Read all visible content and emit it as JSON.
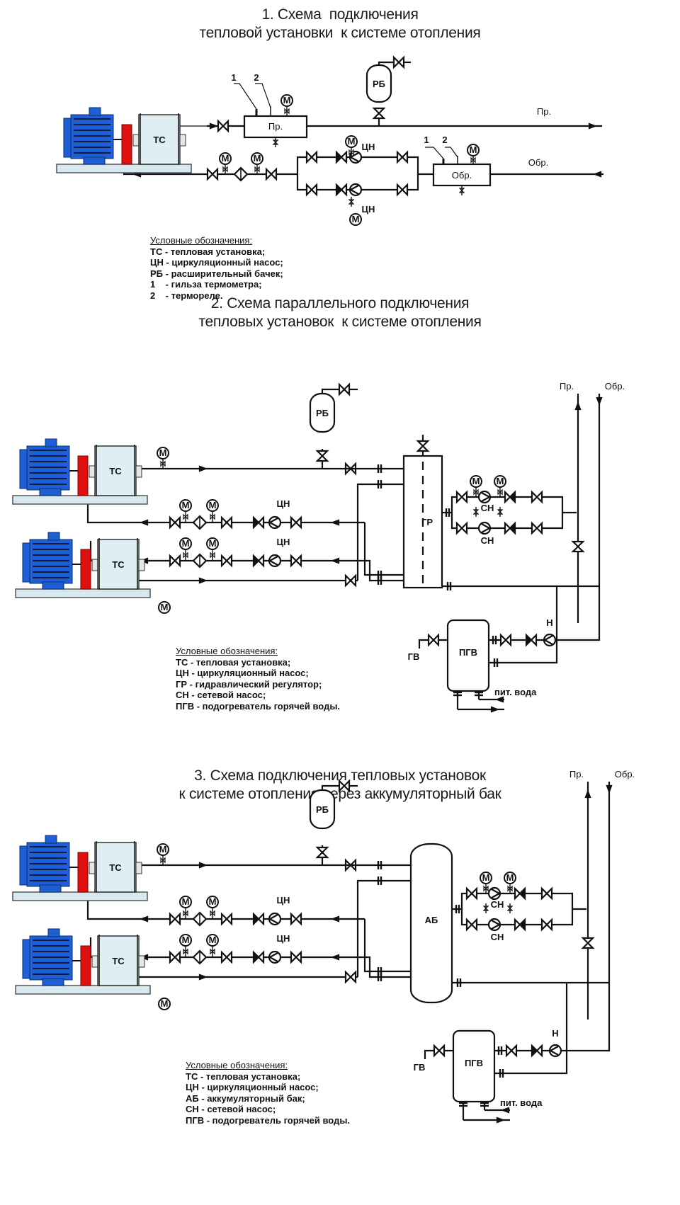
{
  "schemes": [
    {
      "title_line1": "1. Схема  подключения",
      "title_line2": "тепловой установки  к системе отопления",
      "labels": {
        "ts": "ТС",
        "supply_header": "Пр.",
        "return_header": "Обр.",
        "rb": "РБ",
        "cn": "ЦН",
        "out_supply": "Пр.",
        "out_return": "Обр.",
        "n1": "1",
        "n2": "2",
        "gauge": "М"
      },
      "legend": {
        "heading": "Условные обозначения:",
        "items": [
          "ТС - тепловая установка;",
          "ЦН - циркуляционный насос;",
          "РБ - расширительный бачек;",
          "1    - гильза термометра;",
          "2    - термореле."
        ]
      }
    },
    {
      "title_line1": "2. Схема параллельного подключения",
      "title_line2": "тепловых установок  к системе отопления",
      "labels": {
        "ts": "ТС",
        "rb": "РБ",
        "cn": "ЦН",
        "gr": "ГР",
        "sn": "СН",
        "n": "Н",
        "pgv": "ПГВ",
        "gv": "ГВ",
        "pit_voda": "пит. вода",
        "out_supply": "Пр.",
        "out_return": "Обр.",
        "gauge": "М"
      },
      "legend": {
        "heading": "Условные обозначения:",
        "items": [
          "ТС - тепловая установка;",
          "ЦН - циркуляционный насос;",
          "ГР - гидравлический регулятор;",
          "СН - сетевой насос;",
          "ПГВ - подогреватель горячей воды."
        ]
      }
    },
    {
      "title_line1": "3. Схема подключения тепловых установок",
      "title_line2": "к системе отопления через аккумуляторный бак",
      "labels": {
        "ts": "ТС",
        "rb": "РБ",
        "cn": "ЦН",
        "ab": "АБ",
        "sn": "СН",
        "n": "Н",
        "pgv": "ПГВ",
        "gv": "ГВ",
        "pit_voda": "пит. вода",
        "out_supply": "Пр.",
        "out_return": "Обр.",
        "gauge": "М"
      },
      "legend": {
        "heading": "Условные обозначения:",
        "items": [
          "ТС - тепловая установка;",
          "ЦН - циркуляционный насос;",
          "АБ - аккумуляторный бак;",
          "СН - сетевой насос;",
          "ПГВ - подогреватель горячей воды."
        ]
      }
    }
  ],
  "colors": {
    "motor": "#1f5fd6",
    "coupling": "#e01010",
    "unit_body": "#dfeef2",
    "line": "#111111"
  }
}
